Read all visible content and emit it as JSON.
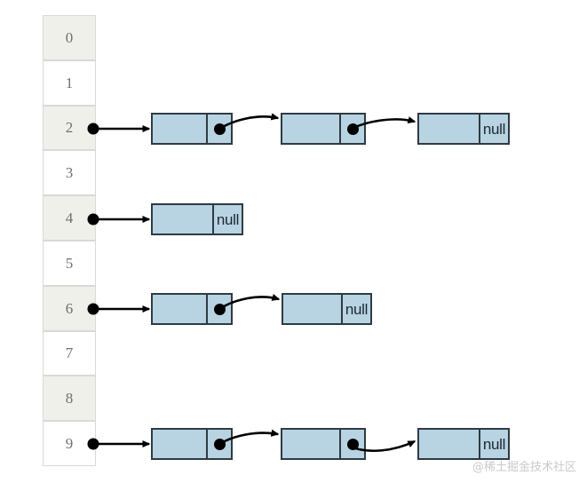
{
  "diagram": {
    "title": "hash-table-separate-chaining",
    "type": "linked-list-bucket-array",
    "colors": {
      "node_fill": "#b8d4e3",
      "node_stroke": "#2f3a42",
      "cell_shade": "#eef0e9",
      "cell_plain": "#ffffff",
      "cell_border": "#d9d9d9",
      "index_text": "#707070",
      "arrow": "#000000",
      "watermark": "#c9c9c9"
    },
    "buckets": [
      {
        "index": "0",
        "shaded": true,
        "has_chain": false,
        "nodes": []
      },
      {
        "index": "1",
        "shaded": false,
        "has_chain": false,
        "nodes": []
      },
      {
        "index": "2",
        "shaded": true,
        "has_chain": true,
        "nodes": [
          {
            "data": "",
            "next": "pointer"
          },
          {
            "data": "",
            "next": "pointer"
          },
          {
            "data": "",
            "next": "null"
          }
        ]
      },
      {
        "index": "3",
        "shaded": false,
        "has_chain": false,
        "nodes": []
      },
      {
        "index": "4",
        "shaded": true,
        "has_chain": true,
        "nodes": [
          {
            "data": "",
            "next": "null"
          }
        ]
      },
      {
        "index": "5",
        "shaded": false,
        "has_chain": false,
        "nodes": []
      },
      {
        "index": "6",
        "shaded": true,
        "has_chain": true,
        "nodes": [
          {
            "data": "",
            "next": "pointer"
          },
          {
            "data": "",
            "next": "null"
          }
        ]
      },
      {
        "index": "7",
        "shaded": false,
        "has_chain": false,
        "nodes": []
      },
      {
        "index": "8",
        "shaded": true,
        "has_chain": false,
        "nodes": []
      },
      {
        "index": "9",
        "shaded": false,
        "has_chain": true,
        "nodes": [
          {
            "data": "",
            "next": "pointer"
          },
          {
            "data": "",
            "next": "pointer"
          },
          {
            "data": "",
            "next": "null"
          }
        ]
      }
    ],
    "null_label": "null",
    "watermark": "@稀土掘金技术社区"
  }
}
